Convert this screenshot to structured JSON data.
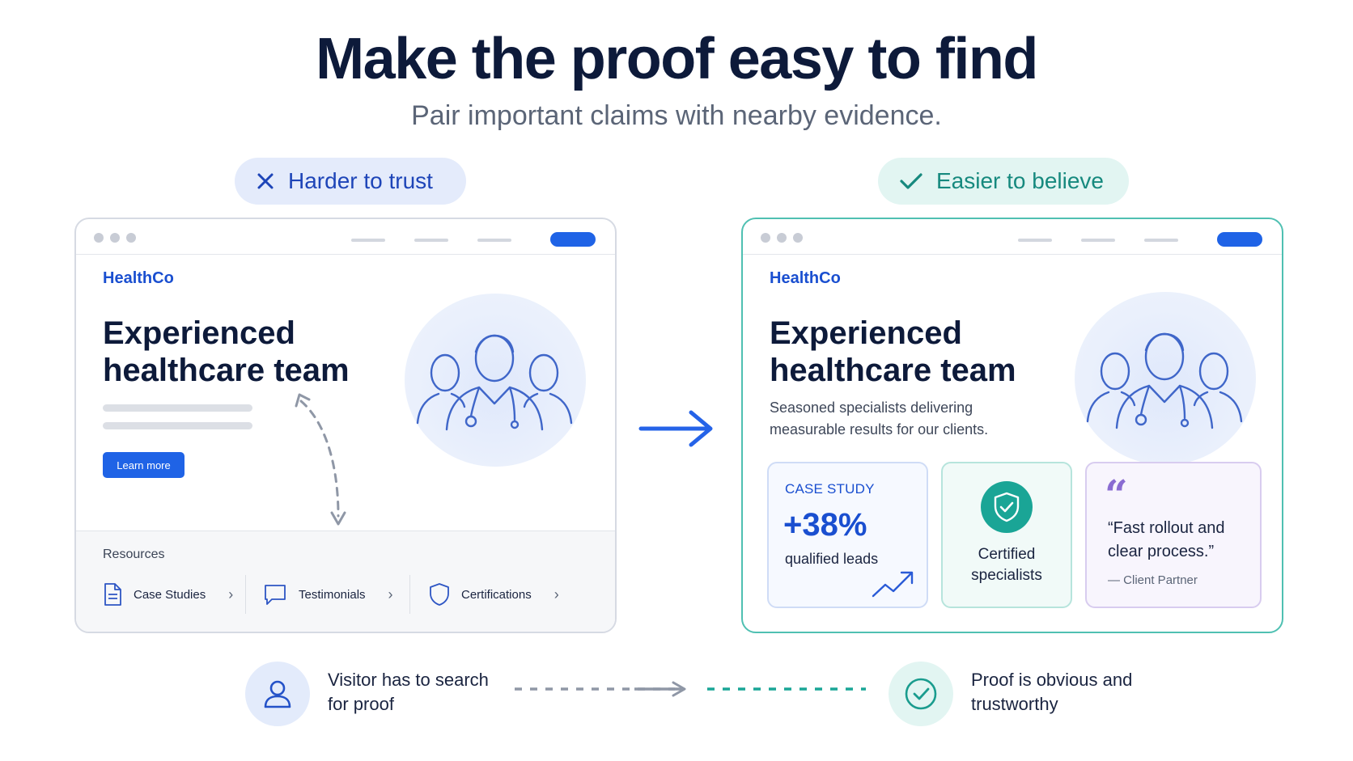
{
  "title": "Make the proof easy to find",
  "subtitle": "Pair important claims with nearby evidence.",
  "labels": {
    "bad": "Harder to trust",
    "good": "Easier to believe"
  },
  "left_page": {
    "brand": "HealthCo",
    "headline": "Experienced healthcare team",
    "cta": "Learn more",
    "resources_title": "Resources",
    "resources": [
      "Case Studies",
      "Testimonials",
      "Certifications"
    ]
  },
  "right_page": {
    "brand": "HealthCo",
    "headline": "Experienced healthcare team",
    "description": "Seasoned specialists delivering measurable results for our clients.",
    "case_study": {
      "label": "CASE STUDY",
      "value": "+38%",
      "metric": "qualified leads"
    },
    "certified": "Certified specialists",
    "quote": {
      "mark": "“",
      "text": "“Fast rollout and clear process.”",
      "attribution": "— Client Partner"
    }
  },
  "outcomes": {
    "before": "Visitor has to search for proof",
    "after": "Proof is obvious and trustworthy"
  },
  "colors": {
    "primary": "#1f63e6",
    "teal": "#1aa596",
    "purple": "#8a6cd2",
    "dark": "#0d1a3a"
  }
}
